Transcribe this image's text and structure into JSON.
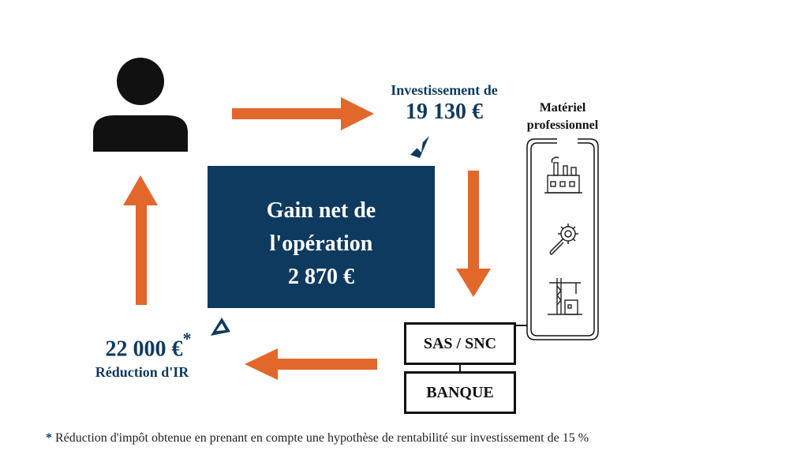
{
  "investment": {
    "label": "Investissement de",
    "amount": "19 130 €"
  },
  "material": {
    "title": "Matériel professionnel"
  },
  "gain": {
    "line1": "Gain net de",
    "line2": "l'opération",
    "amount": "2 870 €"
  },
  "reduction": {
    "amount": "22 000 €",
    "star": "*",
    "label": "Réduction d'IR"
  },
  "entities": {
    "sas": "SAS / SNC",
    "bank": "BANQUE"
  },
  "footnote": {
    "star": "*",
    "text": "Réduction d'impôt obtenue en prenant en compte une hypothèse de rentabilité sur investissement de 15 %"
  },
  "colors": {
    "arrow": "#e2672b",
    "navy": "#0f3a5f",
    "black": "#111111"
  },
  "icons": [
    "person-icon",
    "factory-icon",
    "gear-wrench-icon",
    "crane-icon",
    "triangle-pointer-icon"
  ]
}
